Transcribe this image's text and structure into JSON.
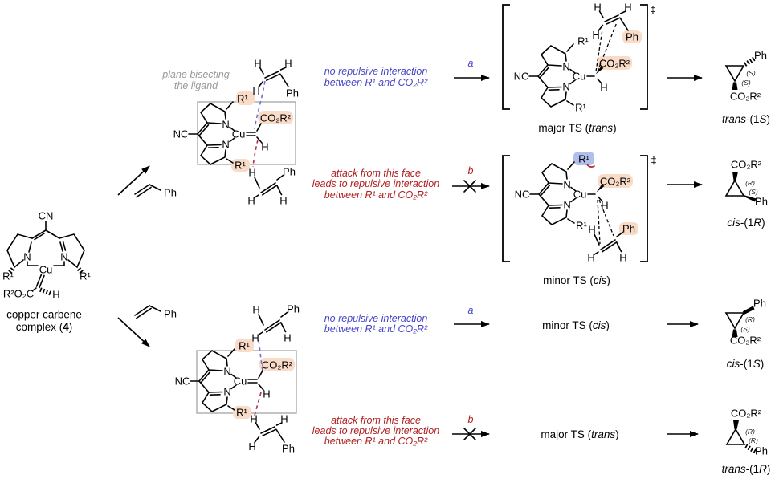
{
  "colors": {
    "blue": "#4646c8",
    "red": "#b02020",
    "blue_dash": "#7070dd",
    "red_dash": "#b03050",
    "peach": "#f8dcc8",
    "blue_hl": "#b0c0ea",
    "gray_note": "#999999",
    "box_border": "#ababab"
  },
  "atoms": {
    "H": "H",
    "Ph": "Ph",
    "N": "N",
    "Cu": "Cu",
    "NC": "NC",
    "CN": "CN",
    "R1": "R¹",
    "CO2R2": "CO₂R²",
    "R2O2C": "R²O₂C",
    "dagger": "‡"
  },
  "complex": {
    "caption_line1": "copper carbene",
    "caption_pre": "complex (",
    "caption_bold": "4",
    "caption_post": ")"
  },
  "plane_note": {
    "line1": "plane bisecting",
    "line2": "the ligand"
  },
  "annotations": {
    "favorable_line1": "no repulsive interaction",
    "favorable_line2": "between R¹ and CO₂R²",
    "unfavorable_line1": "attack from this face",
    "unfavorable_line2": "leads to repulsive interaction",
    "unfavorable_line3": "between R¹ and CO₂R²",
    "path_a": "a",
    "path_b": "b"
  },
  "ts": {
    "major_pre": "major TS (",
    "major_it": "trans",
    "major_post": ")",
    "minor_pre": "minor TS (",
    "minor_it": "cis",
    "minor_post": ")"
  },
  "products": {
    "p1": {
      "it": "trans",
      "mid": "-(1",
      "chi": "S",
      "post": ")",
      "s1": "(S)",
      "s2": "(S)"
    },
    "p2": {
      "it": "cis",
      "mid": "-(1",
      "chi": "R",
      "post": ")",
      "s1": "(R)",
      "s2": "(S)"
    },
    "p3": {
      "it": "cis",
      "mid": "-(1",
      "chi": "S",
      "post": ")",
      "s1": "(R)",
      "s2": "(S)"
    },
    "p4": {
      "it": "trans",
      "mid": "-(1",
      "chi": "R",
      "post": ")",
      "s1": "(R)",
      "s2": "(R)"
    }
  }
}
